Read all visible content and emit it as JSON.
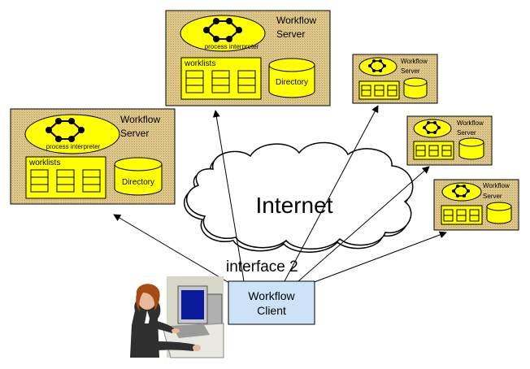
{
  "colors": {
    "server_fill": "#e0c88c",
    "server_stipple": "#b89f5e",
    "yellow": "#ffff00",
    "cloud_fill": "#ffffff",
    "client_fill": "#cce3f7",
    "line": "#000000"
  },
  "large_servers": [
    {
      "id": "server-top",
      "title_line1": "Workflow",
      "title_line2": "Server",
      "interpreter_label": "process interpreter",
      "worklists_label": "worklists",
      "directory_label": "Directory"
    },
    {
      "id": "server-left",
      "title_line1": "Workflow",
      "title_line2": "Server",
      "interpreter_label": "process interpreter",
      "worklists_label": "worklists",
      "directory_label": "Directory"
    }
  ],
  "small_servers": [
    {
      "id": "server-right-1",
      "title_line1": "Workflow",
      "title_line2": "Server"
    },
    {
      "id": "server-right-2",
      "title_line1": "Workflow",
      "title_line2": "Server"
    },
    {
      "id": "server-right-3",
      "title_line1": "Workflow",
      "title_line2": "Server"
    }
  ],
  "cloud_label": "Internet",
  "interface_label": "interface 2",
  "client": {
    "line1": "Workflow",
    "line2": "Client"
  },
  "icons": {
    "person": "person-at-computer-icon",
    "interpreter": "process-cycle-icon",
    "database": "database-cylinder-icon"
  }
}
